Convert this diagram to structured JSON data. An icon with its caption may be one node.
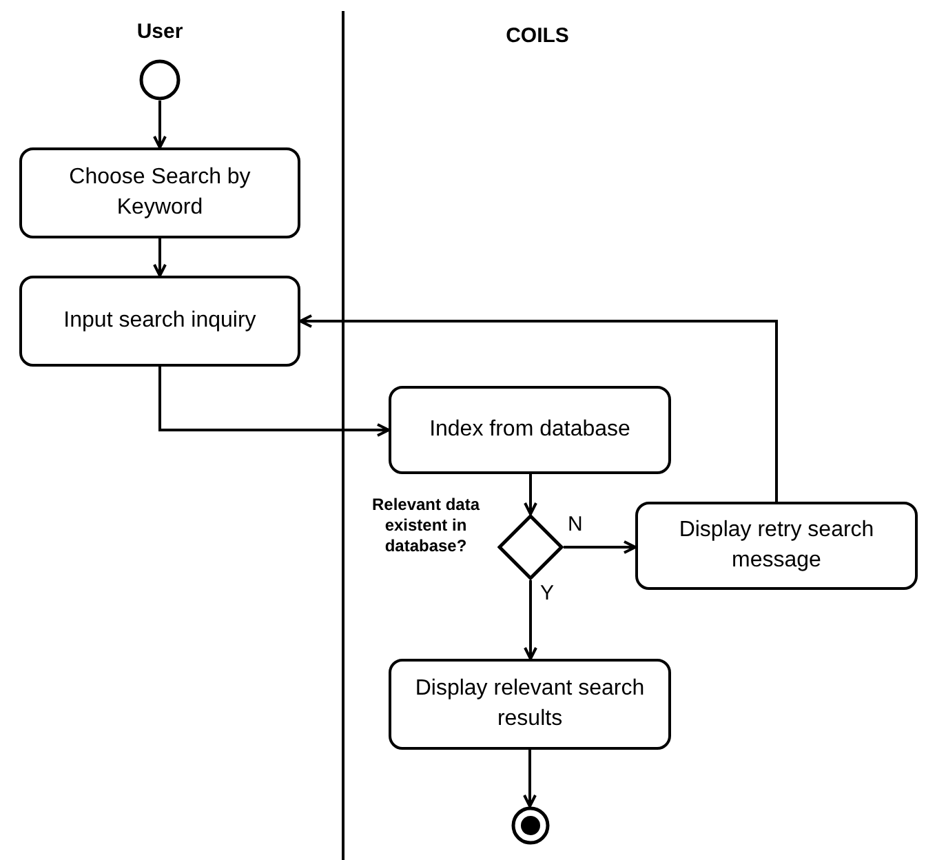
{
  "diagram": {
    "nodes": [
      {
        "text": [],
        "shape": "circle"
      },
      {
        "text": [
          "Choose Search by Keyword"
        ]
      },
      {
        "text": [
          "Input search inquiry"
        ]
      },
      {
        "text": [
          "Index from database"
        ]
      },
      {
        "text": [],
        "shape": "diamond",
        "beside": [
          "Relevant data existent in database?"
        ]
      },
      {
        "text": [
          "Display retry search message"
        ]
      },
      {
        "text": [
          "Display relevant search results"
        ]
      },
      {
        "text": [],
        "shape": "circle"
      }
    ],
    "edges": [
      {
        "from": 0,
        "to": 1,
        "arrow": "to"
      },
      {
        "from": 1,
        "to": 2,
        "arrow": "to"
      },
      {
        "from": 2,
        "to": 3,
        "arrow": "to"
      },
      {
        "from": 3,
        "to": 4,
        "arrow": "to"
      },
      {
        "from": 4,
        "to": 5,
        "arrow": "to",
        "label": "N"
      },
      {
        "from": 4,
        "to": 6,
        "arrow": "to",
        "label": "Y"
      },
      {
        "from": 5,
        "to": 2,
        "arrow": "to"
      },
      {
        "from": 6,
        "to": 7,
        "arrow": "to"
      }
    ],
    "labels": [
      "User",
      "COILS"
    ]
  }
}
